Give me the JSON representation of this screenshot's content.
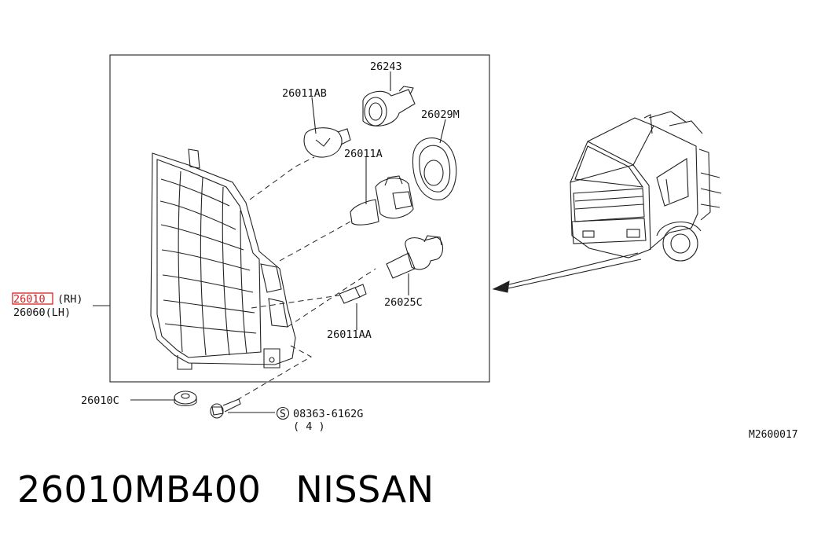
{
  "diagram": {
    "labels": {
      "part_26243": "26243",
      "part_26011ab": "26011AB",
      "part_26029m": "26029M",
      "part_26011a": "26011A",
      "part_26010_rh": "26010",
      "suffix_rh": "(RH)",
      "part_26060_lh": "26060(LH)",
      "part_26025c": "26025C",
      "part_26011aa": "26011AA",
      "part_26010c": "26010C",
      "screw_symbol": "S",
      "part_08363": "08363-6162G",
      "qty_4": "( 4 )",
      "ref_code": "M2600017"
    },
    "highlight_color": "#e02020"
  },
  "caption": {
    "part_number": "26010MB400",
    "brand": "NISSAN"
  }
}
